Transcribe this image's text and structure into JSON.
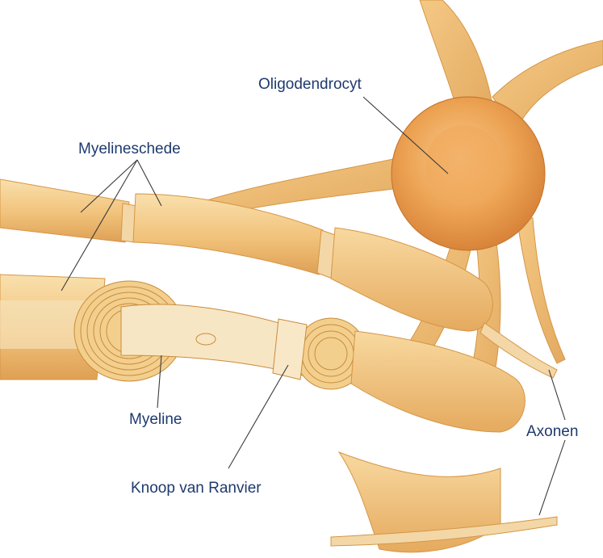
{
  "diagram": {
    "labels": {
      "oligodendrocyt": "Oligodendrocyt",
      "myelineschede": "Myelineschede",
      "myeline": "Myeline",
      "knoop_van_ranvier": "Knoop van Ranvier",
      "axonen": "Axonen"
    },
    "colors": {
      "tissue_light": "#f7d9a3",
      "tissue_mid": "#efbf6f",
      "tissue_dark": "#d79a45",
      "axon_core": "#f6e3bd",
      "cell_body": "#eea24e",
      "label_text": "#1e3a6e"
    }
  }
}
